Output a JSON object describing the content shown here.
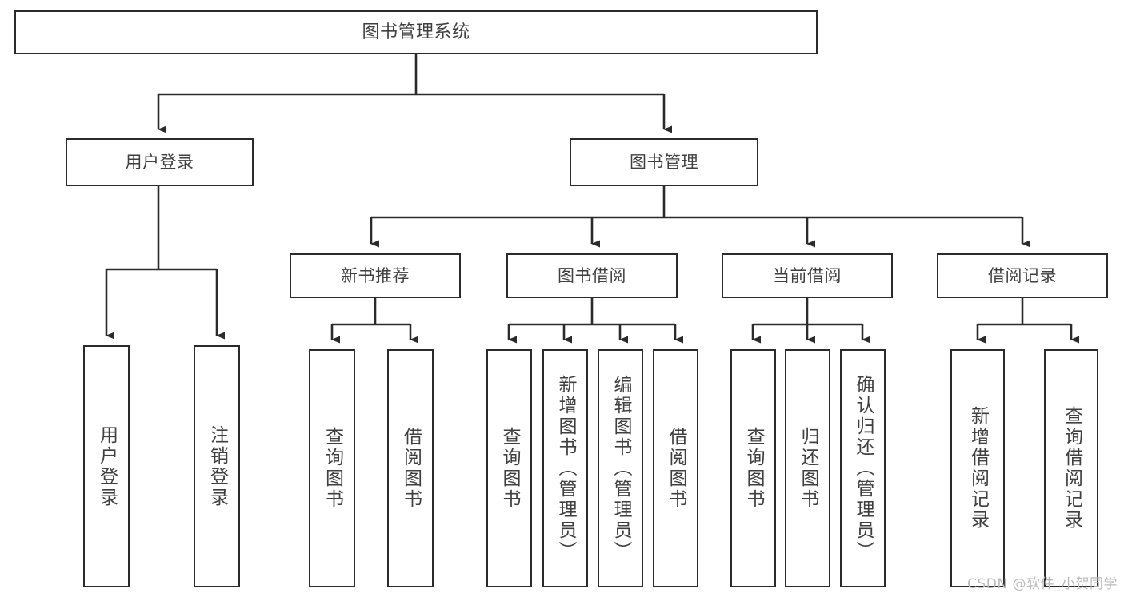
{
  "diagram": {
    "title": "图书管理系统",
    "type": "tree-hierarchy",
    "orientation": "top-down",
    "colors": {
      "box_stroke": "#2b2b2b",
      "box_fill": "#ffffff",
      "text": "#3f3f3f",
      "edge": "#2b2b2b",
      "watermark": "#b9b9b9",
      "background": "#ffffff"
    }
  },
  "root": {
    "label": "图书管理系统"
  },
  "level2": [
    {
      "label": "用户登录"
    },
    {
      "label": "图书管理"
    }
  ],
  "level3": [
    {
      "label": "新书推荐"
    },
    {
      "label": "图书借阅"
    },
    {
      "label": "当前借阅"
    },
    {
      "label": "借阅记录"
    }
  ],
  "leaves": {
    "user_login": [
      {
        "label": "用户登录"
      },
      {
        "label": "注销登录"
      }
    ],
    "new_books": [
      {
        "label": "查询图书"
      },
      {
        "label": "借阅图书"
      }
    ],
    "book_borrow": [
      {
        "label": "查询图书"
      },
      {
        "label": "新增图书（管理员）"
      },
      {
        "label": "编辑图书（管理员）"
      },
      {
        "label": "借阅图书"
      }
    ],
    "current_borrow": [
      {
        "label": "查询图书"
      },
      {
        "label": "归还图书"
      },
      {
        "label": "确认归还（管理员）"
      }
    ],
    "borrow_records": [
      {
        "label": "新增借阅记录"
      },
      {
        "label": "查询借阅记录"
      }
    ]
  },
  "watermark": {
    "text": "CSDN @软件_小贺同学"
  }
}
